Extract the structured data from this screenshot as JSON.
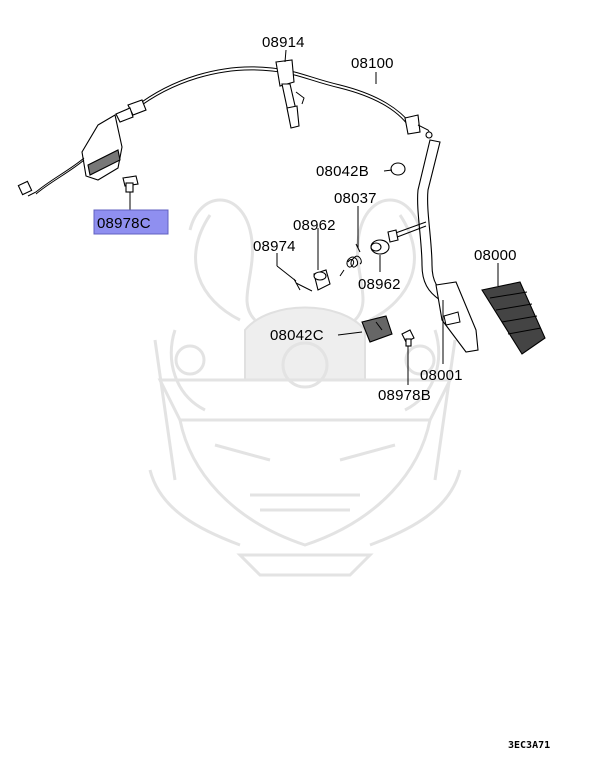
{
  "diagram": {
    "parts": [
      {
        "id": "p08914",
        "label": "08914"
      },
      {
        "id": "p08100",
        "label": "08100"
      },
      {
        "id": "p08042B",
        "label": "08042B"
      },
      {
        "id": "p08037",
        "label": "08037"
      },
      {
        "id": "p08962a",
        "label": "08962"
      },
      {
        "id": "p08974",
        "label": "08974"
      },
      {
        "id": "p08962b",
        "label": "08962"
      },
      {
        "id": "p08000",
        "label": "08000"
      },
      {
        "id": "p08042C",
        "label": "08042C"
      },
      {
        "id": "p08001",
        "label": "08001"
      },
      {
        "id": "p08978B",
        "label": "08978B"
      },
      {
        "id": "p08978C",
        "label": "08978C",
        "highlighted": true
      }
    ],
    "highlight_color": "#8f8ff0",
    "figure_code": "3EC3A71"
  }
}
